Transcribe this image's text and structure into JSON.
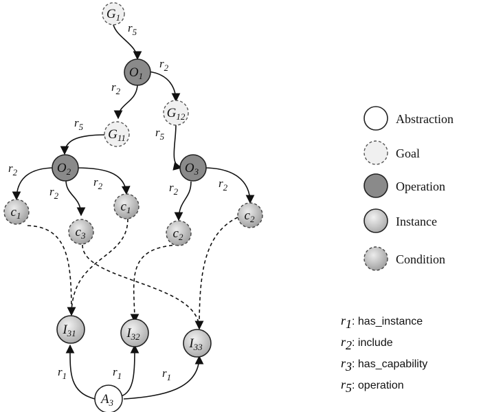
{
  "nodes": {
    "g1": {
      "base": "G",
      "sub": "1"
    },
    "o1": {
      "base": "O",
      "sub": "1"
    },
    "g11": {
      "base": "G",
      "sub": "11"
    },
    "g12": {
      "base": "G",
      "sub": "12"
    },
    "o2": {
      "base": "O",
      "sub": "2"
    },
    "o3": {
      "base": "O",
      "sub": "3"
    },
    "c1a": {
      "base": "c",
      "sub": "1"
    },
    "c3": {
      "base": "c",
      "sub": "3"
    },
    "c1b": {
      "base": "c",
      "sub": "1"
    },
    "c2a": {
      "base": "c",
      "sub": "2"
    },
    "c2b": {
      "base": "c",
      "sub": "2"
    },
    "i31": {
      "base": "I",
      "sub": "31"
    },
    "i32": {
      "base": "I",
      "sub": "32"
    },
    "i33": {
      "base": "I",
      "sub": "33"
    },
    "a3": {
      "base": "A",
      "sub": "3"
    }
  },
  "edge_labels": {
    "g1_o1": {
      "base": "r",
      "sub": "5"
    },
    "o1_g12": {
      "base": "r",
      "sub": "2"
    },
    "o1_g11": {
      "base": "r",
      "sub": "2"
    },
    "g11_o2": {
      "base": "r",
      "sub": "5"
    },
    "g12_o3": {
      "base": "r",
      "sub": "5"
    },
    "o2_c1a": {
      "base": "r",
      "sub": "2"
    },
    "o2_c3": {
      "base": "r",
      "sub": "2"
    },
    "o2_c1b": {
      "base": "r",
      "sub": "2"
    },
    "o3_c2a": {
      "base": "r",
      "sub": "2"
    },
    "o3_c2b": {
      "base": "r",
      "sub": "2"
    },
    "a3_i31": {
      "base": "r",
      "sub": "1"
    },
    "a3_i32": {
      "base": "r",
      "sub": "1"
    },
    "a3_i33": {
      "base": "r",
      "sub": "1"
    }
  },
  "legend": {
    "abstraction": "Abstraction",
    "goal": "Goal",
    "operation": "Operation",
    "instance": "Instance",
    "condition": "Condition"
  },
  "relations": [
    {
      "base": "r",
      "sub": "1",
      "text": ": has_instance"
    },
    {
      "base": "r",
      "sub": "2",
      "text": ": include"
    },
    {
      "base": "r",
      "sub": "3",
      "text": ": has_capability"
    },
    {
      "base": "r",
      "sub": "5",
      "text": ": operation"
    }
  ],
  "colors": {
    "goal_fill": "#f0f0f0",
    "operation_fill": "#8a8a8a",
    "instance_fill": "#cfcfcf",
    "condition_fill": "#c4c4c4",
    "abstraction_fill": "#ffffff",
    "stroke": "#111111"
  }
}
